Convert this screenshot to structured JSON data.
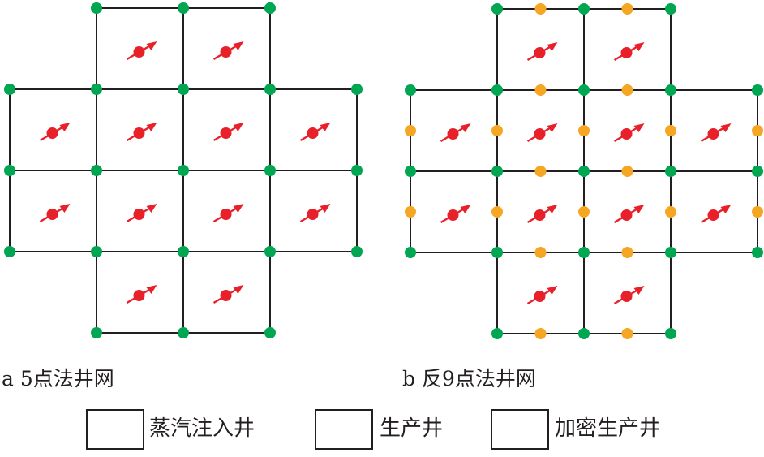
{
  "panels": [
    {
      "caption": "a 5点法井网",
      "infill": false
    },
    {
      "caption": "b 反9点法井网",
      "infill": true
    }
  ],
  "legend": [
    {
      "label": "蒸汽注入井",
      "icon": "steam-injection-well-icon"
    },
    {
      "label": "生产井",
      "icon": "production-well-icon"
    },
    {
      "label": "加密生产井",
      "icon": "infill-production-well-icon"
    }
  ],
  "colors": {
    "grid_line": "#231f20",
    "production_well": "#00a651",
    "infill_well": "#f5a623",
    "injection_well": "#e8202a"
  }
}
